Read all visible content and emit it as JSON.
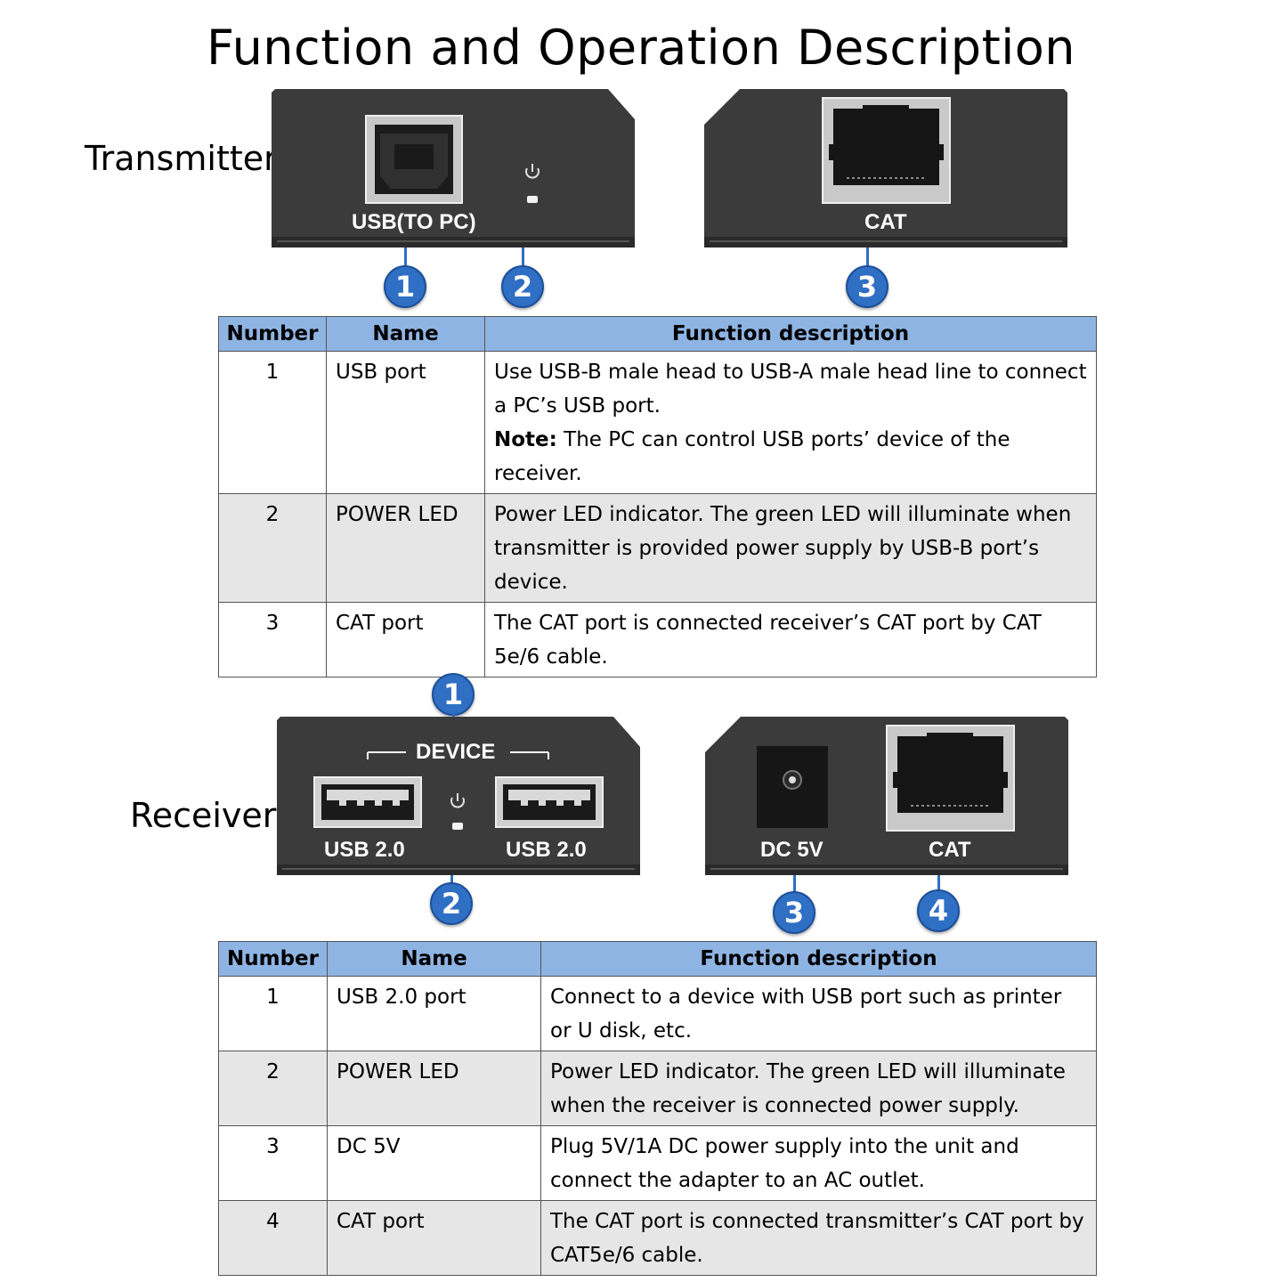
{
  "title": "Function and Operation Description",
  "transmitter": {
    "label": "Transmitter",
    "panel_left_labels": {
      "usb": "USB(TO PC)"
    },
    "panel_right_labels": {
      "cat": "CAT"
    },
    "callouts": [
      "1",
      "2",
      "3"
    ],
    "table": {
      "headers": [
        "Number",
        "Name",
        "Function description"
      ],
      "rows": [
        {
          "number": "1",
          "name": "USB port",
          "desc": "Use USB-B male head to USB-A male head line to connect a PC’s USB port.",
          "note_label": "Note:",
          "note": " The PC can control USB ports’  device of the receiver."
        },
        {
          "number": "2",
          "name": "POWER LED",
          "desc": "Power LED indicator. The green LED will illuminate when transmitter is provided power supply by USB-B port’s device."
        },
        {
          "number": "3",
          "name": "CAT port",
          "desc": "The CAT port is connected receiver’s CAT port by CAT 5e/6 cable."
        }
      ]
    }
  },
  "receiver": {
    "label": "Receiver",
    "panel_left_labels": {
      "device": "DEVICE",
      "usb_a": "USB 2.0",
      "usb_b": "USB 2.0"
    },
    "panel_right_labels": {
      "dc": "DC 5V",
      "cat": "CAT"
    },
    "callouts": [
      "1",
      "2",
      "3",
      "4"
    ],
    "table": {
      "headers": [
        "Number",
        "Name",
        "Function description"
      ],
      "rows": [
        {
          "number": "1",
          "name": "USB 2.0 port",
          "desc": "Connect to a device with USB port such as printer or U disk, etc."
        },
        {
          "number": "2",
          "name": "POWER LED",
          "desc": "Power LED indicator. The green LED will illuminate when the receiver is connected power supply."
        },
        {
          "number": "3",
          "name": "DC 5V",
          "desc": "Plug 5V/1A DC power supply into the unit and connect the adapter to an AC outlet."
        },
        {
          "number": "4",
          "name": "CAT port",
          "desc": "The CAT port is connected transmitter’s CAT port by CAT5e/6 cable."
        }
      ]
    }
  },
  "colors": {
    "header_fill": "#8eb4e3",
    "row_shade": "#e6e6e6",
    "callout_blue": "#2f6fc4",
    "device_body": "#3a3a3a"
  },
  "icons": [
    "usb-b-port-icon",
    "power-icon",
    "led-icon",
    "rj45-port-icon",
    "usb-a-port-icon",
    "dc-jack-icon"
  ]
}
